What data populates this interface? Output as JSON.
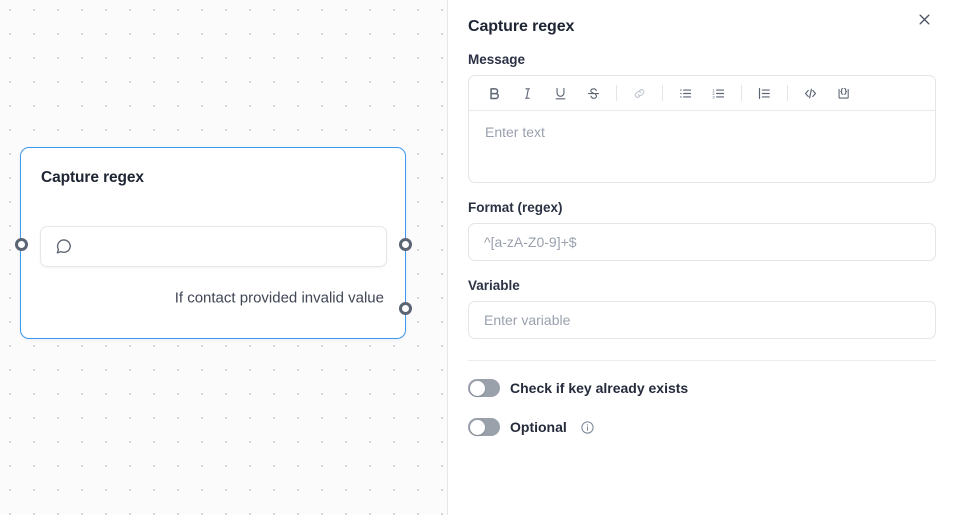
{
  "canvas": {
    "node": {
      "title": "Capture regex",
      "field_icon": "speech-bubble-icon",
      "field_value": "",
      "branch_label": "If contact provided invalid value",
      "border_color": "#3b9aef",
      "handle_color": "#5b6472"
    },
    "background_color": "#fbfbfc",
    "dot_color": "#d8d6dd"
  },
  "panel": {
    "title": "Capture regex",
    "close_icon": "close-icon",
    "message": {
      "label": "Message",
      "placeholder": "Enter text",
      "value": "",
      "toolbar": [
        {
          "name": "bold-icon",
          "label": "B",
          "disabled": false
        },
        {
          "name": "italic-icon",
          "label": "I",
          "disabled": false
        },
        {
          "name": "underline-icon",
          "label": "U",
          "disabled": false
        },
        {
          "name": "strikethrough-icon",
          "label": "S",
          "disabled": false
        },
        {
          "name": "link-icon",
          "label": "",
          "disabled": true
        },
        {
          "name": "bulleted-list-icon",
          "label": "",
          "disabled": false
        },
        {
          "name": "numbered-list-icon",
          "label": "",
          "disabled": false
        },
        {
          "name": "paragraph-format-icon",
          "label": "",
          "disabled": false
        },
        {
          "name": "code-icon",
          "label": "",
          "disabled": false
        },
        {
          "name": "merge-variable-icon",
          "label": "",
          "disabled": false
        }
      ]
    },
    "format": {
      "label": "Format (regex)",
      "placeholder": "^[a-zA-Z0-9]+$",
      "value": ""
    },
    "variable": {
      "label": "Variable",
      "placeholder": "Enter variable",
      "value": ""
    },
    "toggles": [
      {
        "name": "check-if-key-already-exists",
        "label": "Check if key already exists",
        "on": false,
        "info": false
      },
      {
        "name": "optional",
        "label": "Optional",
        "on": false,
        "info": true
      }
    ]
  }
}
